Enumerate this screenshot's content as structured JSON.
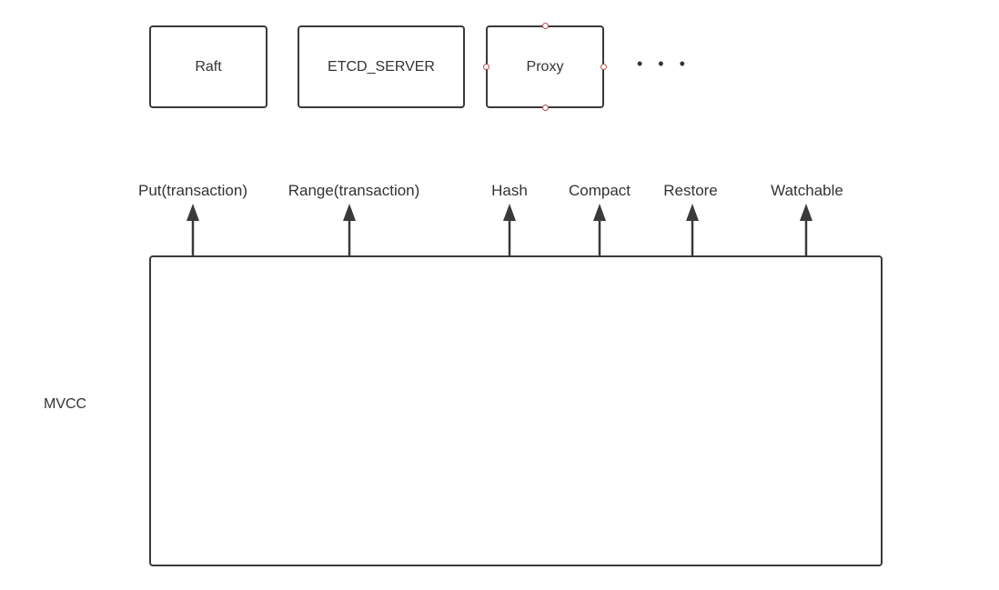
{
  "modules": [
    {
      "id": "raft",
      "label": "Raft"
    },
    {
      "id": "etcd",
      "label": "ETCD_SERVER"
    },
    {
      "id": "proxy",
      "label": "Proxy"
    }
  ],
  "ellipsis": "• • •",
  "mvcc": {
    "label": "MVCC"
  },
  "operations": [
    {
      "label": "Put(transaction)"
    },
    {
      "label": "Range(transaction)"
    },
    {
      "label": "Hash"
    },
    {
      "label": "Compact"
    },
    {
      "label": "Restore"
    },
    {
      "label": "Watchable"
    }
  ],
  "colors": {
    "stroke": "#3a3a3a",
    "text": "#333333",
    "handle": "#b5504a"
  }
}
